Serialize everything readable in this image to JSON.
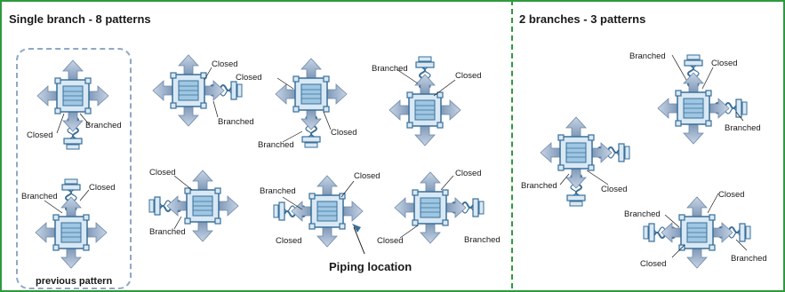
{
  "panels": [
    {
      "title": "Single branch - 8 patterns"
    },
    {
      "title": "2 branches - 3 patterns"
    }
  ],
  "annotations": {
    "previous_pattern": "previous pattern",
    "piping_location": "Piping location"
  },
  "labels": {
    "closed": "Closed",
    "branched": "Branched"
  },
  "colors": {
    "frame": "#2e9a3e",
    "unit_fill": "#b9d8ec",
    "unit_stroke": "#3a6f99",
    "arrow_fill": "#8fa8c4"
  }
}
